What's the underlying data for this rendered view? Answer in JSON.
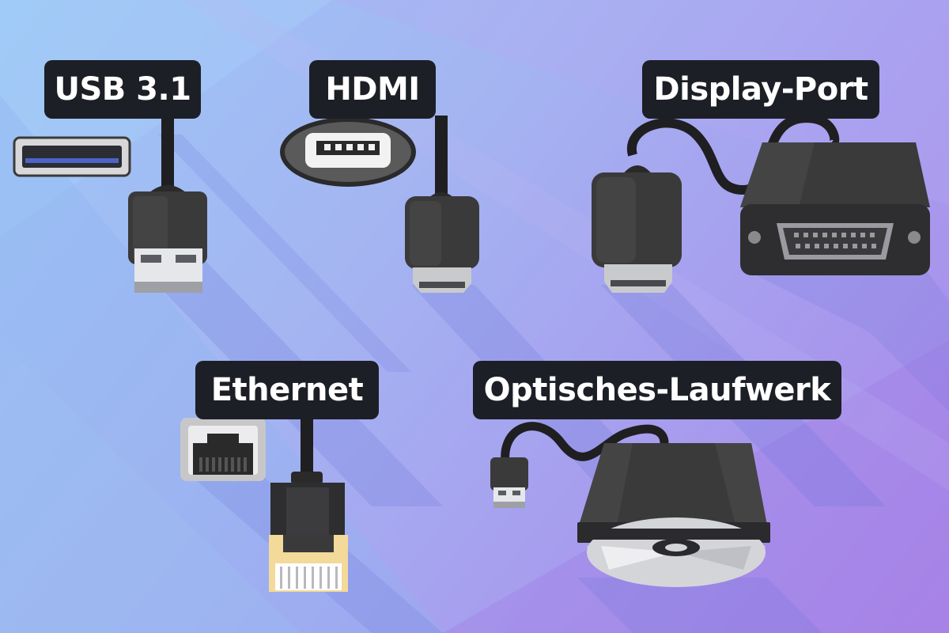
{
  "labels": {
    "usb": "USB 3.1",
    "hdmi": "HDMI",
    "displayport": "Display-Port",
    "ethernet": "Ethernet",
    "optical": "Optisches-Laufwerk"
  },
  "colors": {
    "label_bg": "#1d1f27",
    "label_text": "#ffffff",
    "plug_body": "#3a3a3a",
    "plug_dark": "#2a2a2a",
    "metal": "#c9cacc",
    "ethernet_connector": "#f3d99a",
    "background_start": "#9cc7f6",
    "background_end": "#ab86e8"
  },
  "icons": [
    "usb-port-icon",
    "usb-plug-icon",
    "hdmi-port-icon",
    "hdmi-plug-icon",
    "displayport-plug-icon",
    "dvi-adapter-icon",
    "ethernet-port-icon",
    "ethernet-plug-icon",
    "usb-mini-plug-icon",
    "optical-drive-icon",
    "disc-icon"
  ]
}
